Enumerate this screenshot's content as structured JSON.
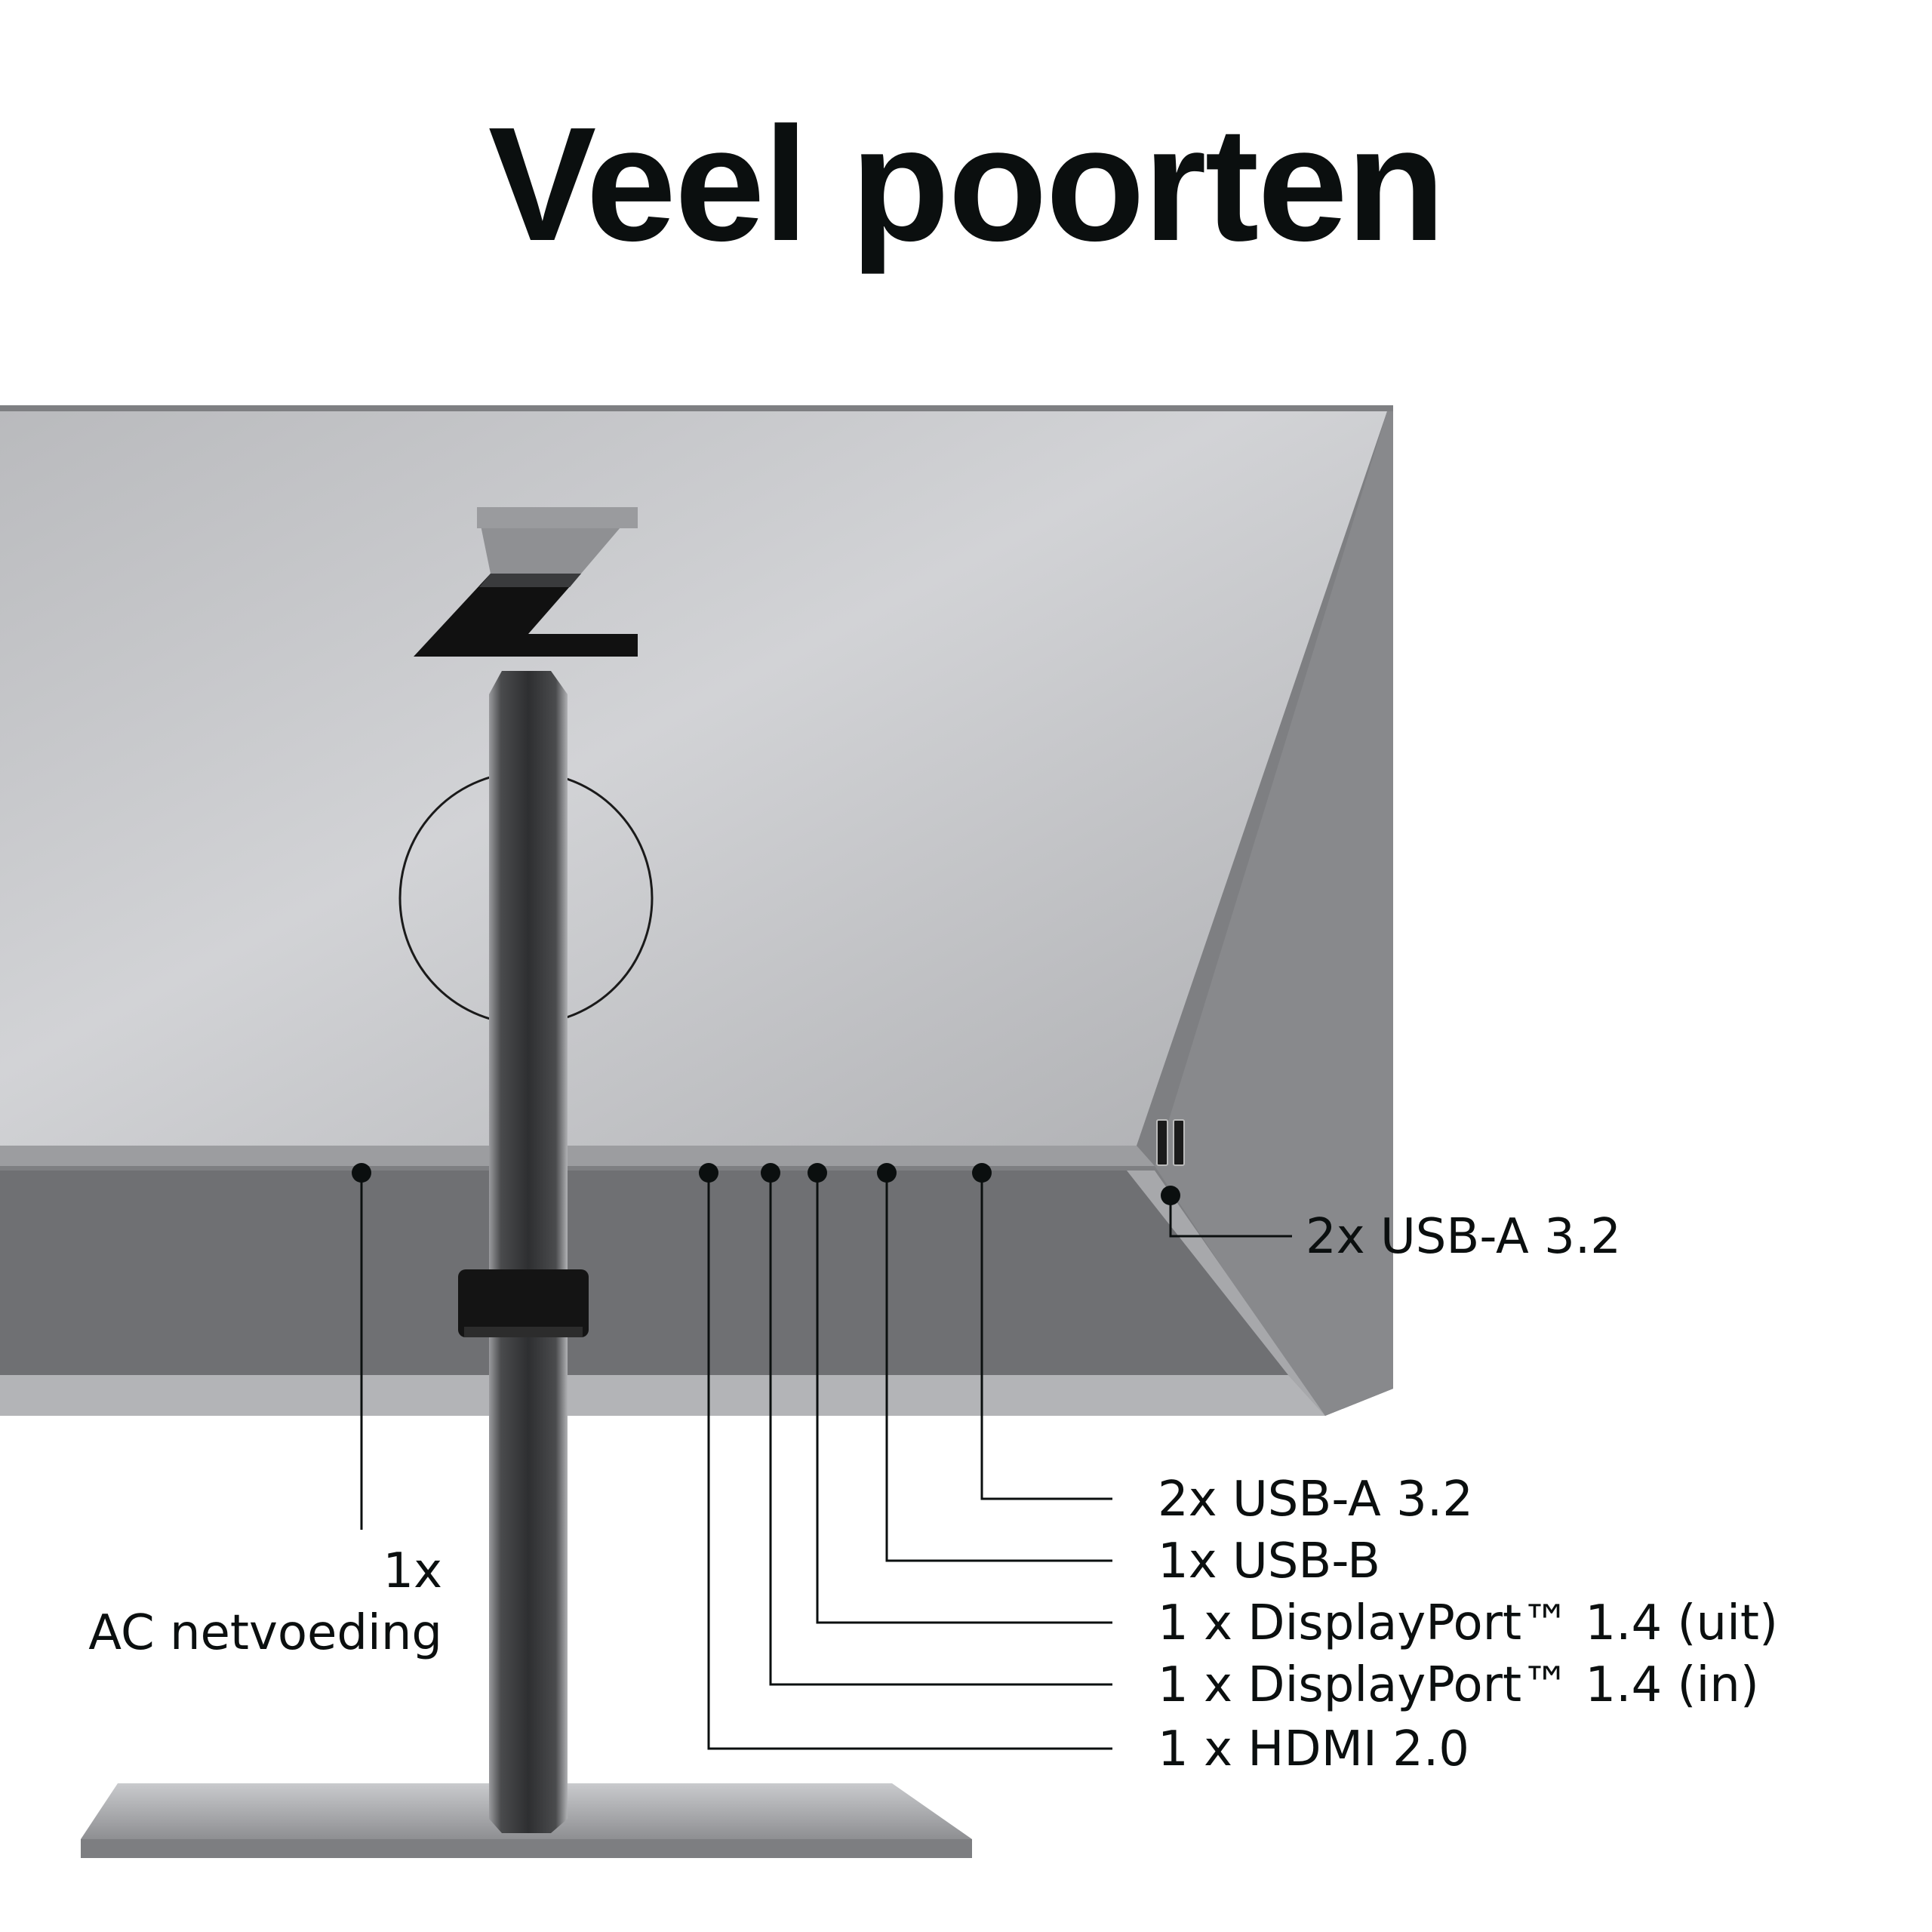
{
  "title": "Veel poorten",
  "brand_logo": "Z",
  "labels": {
    "side_usb": "2x USB-A 3.2",
    "ac_count": "1x",
    "ac_name": "AC netvoeding",
    "bottom_ports": [
      "2x USB-A 3.2",
      "1x USB-B",
      "1 x DisplayPort™ 1.4 (uit)",
      "1 x DisplayPort™ 1.4 (in)",
      "1 x HDMI 2.0"
    ]
  },
  "colors": {
    "text": "#0b0f0f",
    "panel_light": "#c4c5c8",
    "panel_dark": "#77787a"
  }
}
